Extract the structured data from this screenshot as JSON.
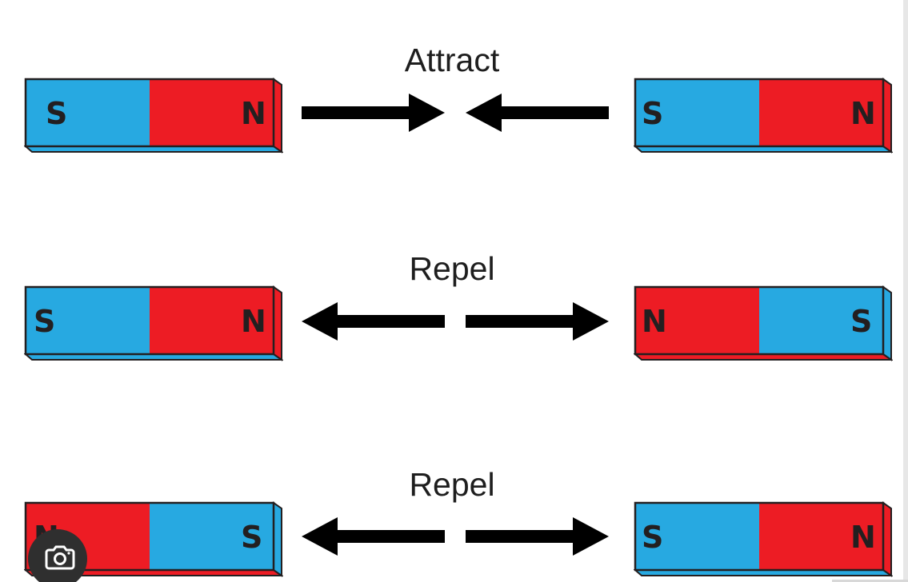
{
  "labels": {
    "row1": "Attract",
    "row2": "Repel",
    "row3": "Repel"
  },
  "poles": {
    "south": "S",
    "north": "N"
  },
  "colors": {
    "south_pole": "#27a9e1",
    "north_pole": "#ed1c24",
    "outline": "#231f20",
    "arrow": "#000000",
    "text": "#1e1e1e"
  },
  "rows": [
    {
      "label": "Attract",
      "left_magnet": [
        "S",
        "N"
      ],
      "right_magnet": [
        "S",
        "N"
      ],
      "arrows": "toward-each-other"
    },
    {
      "label": "Repel",
      "left_magnet": [
        "S",
        "N"
      ],
      "right_magnet": [
        "N",
        "S"
      ],
      "arrows": "away-from-each-other"
    },
    {
      "label": "Repel",
      "left_magnet": [
        "N",
        "S"
      ],
      "right_magnet": [
        "S",
        "N"
      ],
      "arrows": "away-from-each-other"
    }
  ],
  "overlay": {
    "icon": "google-lens-icon"
  }
}
